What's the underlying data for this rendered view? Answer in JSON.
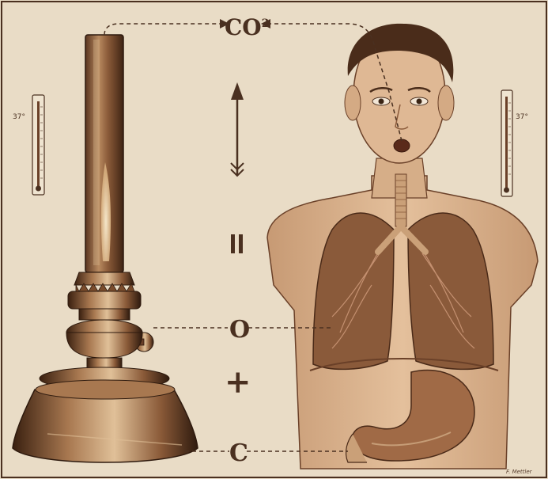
{
  "labels": {
    "co2_main": "CO",
    "co2_sub": "2",
    "oxygen": "O",
    "plus": "+",
    "carbon": "C",
    "equals": "="
  },
  "thermometers": {
    "left_reading": "37°",
    "right_reading": "37°"
  },
  "signature": "F. Mettler",
  "colors": {
    "background": "#e9dcc6",
    "ink": "#4a3020",
    "skin": "#d9b390",
    "lung": "#8a5a3a",
    "lamp": "#6a4028"
  }
}
